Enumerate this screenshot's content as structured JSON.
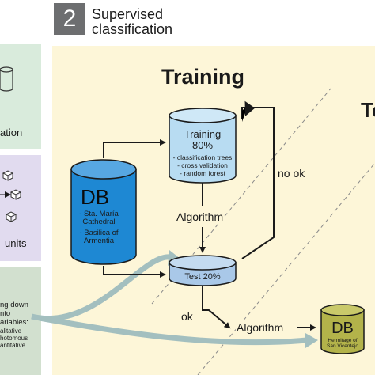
{
  "step": {
    "number": "2",
    "title_line1": "Supervised",
    "title_line2": "classification"
  },
  "left_panel": {
    "top_label": "ation",
    "mid_label": "units",
    "bottom_lines": [
      "ng down",
      "nto",
      "ariables:",
      "alitative",
      "hotomous",
      "antitative"
    ]
  },
  "training": {
    "title": "Training",
    "cylinder": {
      "line1": "Training",
      "line2": "80%",
      "items": [
        "- classification trees",
        "- cross validation",
        "- random forest"
      ]
    }
  },
  "db_main": {
    "title": "DB",
    "items": [
      "- Sta. María",
      "Cathedral",
      "- Basilica of",
      "Armentia"
    ]
  },
  "test": {
    "label": "Test 20%"
  },
  "flow_labels": {
    "algorithm_1": "Algorithm",
    "no_ok": "no ok",
    "ok": "ok",
    "algorithm_2": "Algorithm"
  },
  "db_small": {
    "title": "DB",
    "subtitle_line1": "Hermitage of",
    "subtitle_line2": "San Vicentejo"
  },
  "right_title": "Te",
  "colors": {
    "yellow_bg": "#fdf6d8",
    "green_panel": "#d9ebdc",
    "purple_panel": "#e1dbef",
    "grey_box": "#6d6e70",
    "db_blue": "#1e88d3",
    "training_blue": "#b8dcf2",
    "db_olive": "#b3b34a",
    "arrow_gray": "#a3bfbf"
  }
}
